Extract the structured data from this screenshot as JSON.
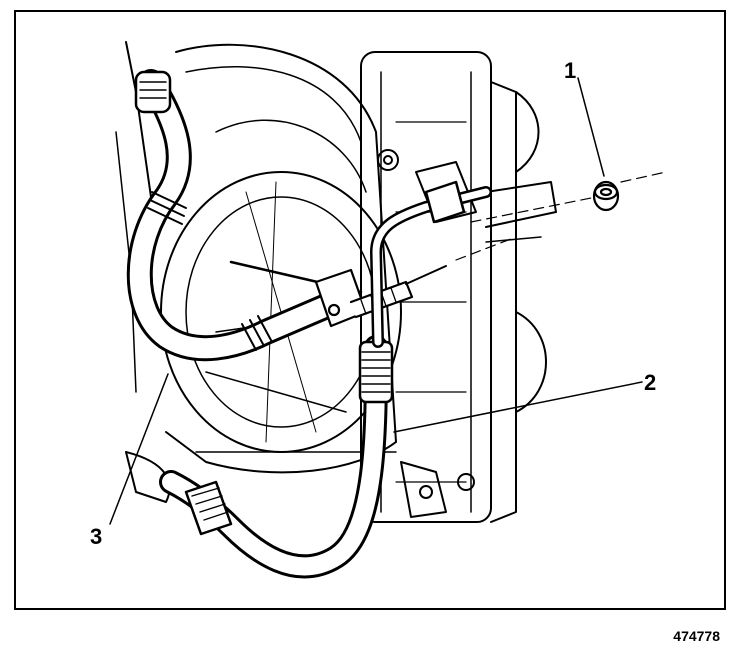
{
  "figure": {
    "id": "474778",
    "callouts": [
      "1",
      "2",
      "3"
    ]
  },
  "colors": {
    "ink": "#000000",
    "paper": "#ffffff"
  }
}
